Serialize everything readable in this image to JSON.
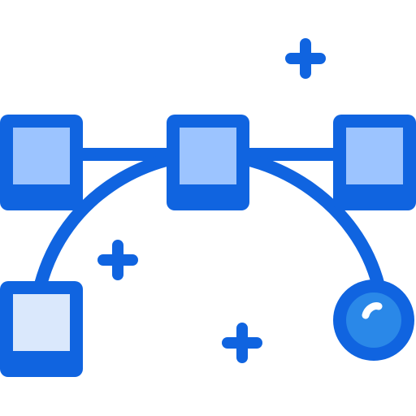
{
  "icon": {
    "name": "bezier-curve-vector-tool-icon",
    "colors": {
      "stroke": "#1064E0",
      "handle_fill": "#9CC4FF",
      "anchor_fill_light": "#DAE8FC",
      "knob_fill": "#2A88E8",
      "highlight": "#FFFFFF",
      "background": "#FFFFFF"
    },
    "parts": {
      "nodes": [
        "node-square-top-left",
        "node-square-top-center",
        "node-square-top-right",
        "node-square-bottom-left"
      ],
      "end_point": "anchor-circle",
      "sparkles": [
        "plus-sparkle-top-right",
        "plus-sparkle-middle-left",
        "plus-sparkle-bottom-center"
      ]
    }
  }
}
